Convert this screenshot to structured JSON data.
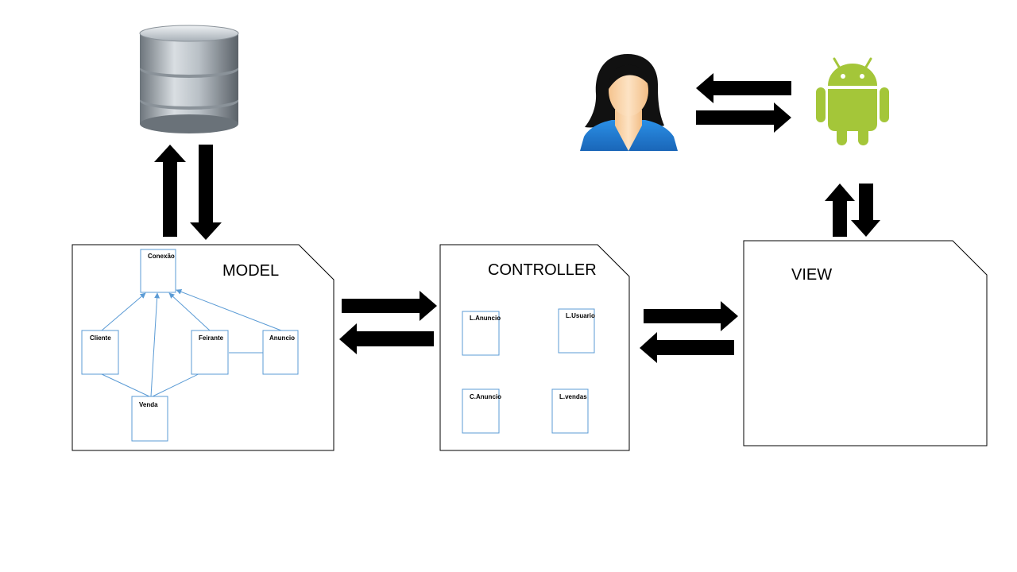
{
  "colors": {
    "uml_line": "#5b9bd5",
    "arrow": "#000000",
    "android_green": "#a4c639",
    "person_shirt": "#1f7fd4",
    "person_skin": "#f7cfa0",
    "database": "#9aa3ab"
  },
  "icons": {
    "database": "database-icon",
    "person": "person-icon",
    "android": "android-icon"
  },
  "model": {
    "title": "MODEL",
    "classes": {
      "conexao": "Conexão",
      "cliente": "Cliente",
      "feirante": "Feirante",
      "anuncio": "Anuncio",
      "venda": "Venda"
    }
  },
  "controller": {
    "title": "CONTROLLER",
    "classes": {
      "l_anuncio": "L.Anuncio",
      "l_usuario": "L.Usuario",
      "c_anuncio": "C.Anuncio",
      "l_vendas": "L.vendas"
    }
  },
  "view": {
    "title": "VIEW"
  }
}
